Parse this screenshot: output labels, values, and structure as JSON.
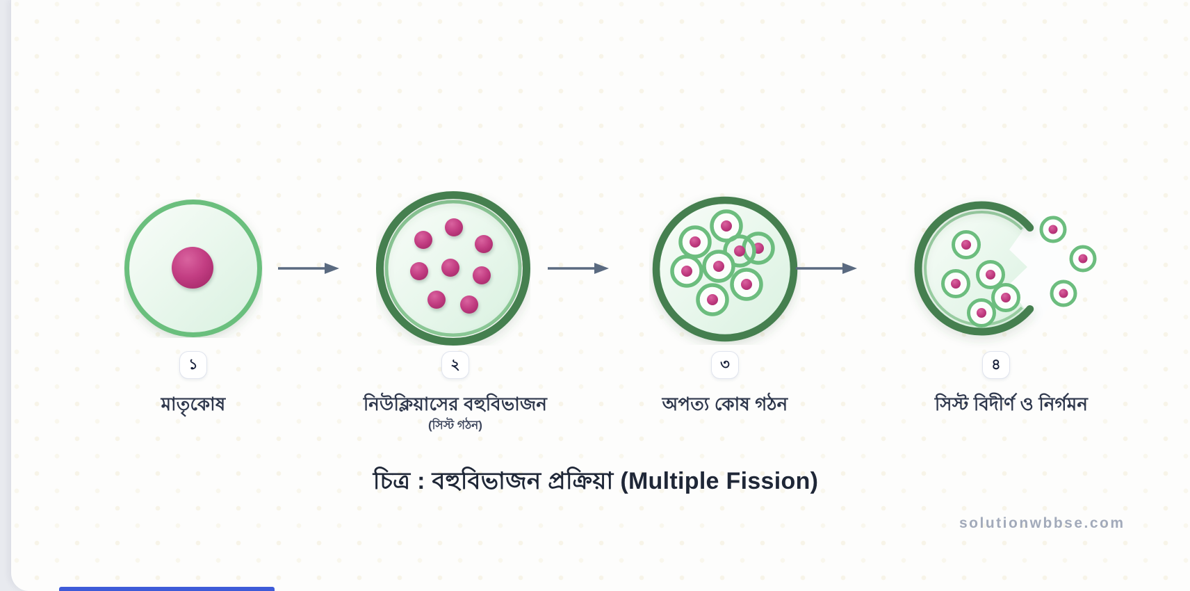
{
  "figure": {
    "title": "চিত্র : বহুবিভাজন প্রক্রিয়া (Multiple Fission)",
    "watermark": "solutionwbbse.com"
  },
  "stages": [
    {
      "number": "১",
      "label": "মাতৃকোষ",
      "sublabel": "",
      "nucleus_count": 1
    },
    {
      "number": "২",
      "label": "নিউক্লিয়াসের বহুবিভাজন",
      "sublabel": "(সিস্ট গঠন)",
      "nucleus_count": 8
    },
    {
      "number": "৩",
      "label": "অপত্য কোষ গঠন",
      "sublabel": "",
      "daughter_cell_count": 8
    },
    {
      "number": "৪",
      "label": "সিস্ট বিদীর্ণ ও নির্গমন",
      "sublabel": "",
      "cells_inside": 5,
      "cells_released": 3
    }
  ],
  "colors": {
    "cyst_wall_green": "#447f50",
    "membrane_green": "#6bbf7d",
    "nucleus_pink": "#b63376",
    "cytoplasm_light": "#e3f5e8",
    "arrow_grey": "#5a6a80",
    "accent_bar_blue": "#3e5bd8",
    "title_navy": "#1f2737",
    "watermark_grey": "#a2aaba"
  }
}
